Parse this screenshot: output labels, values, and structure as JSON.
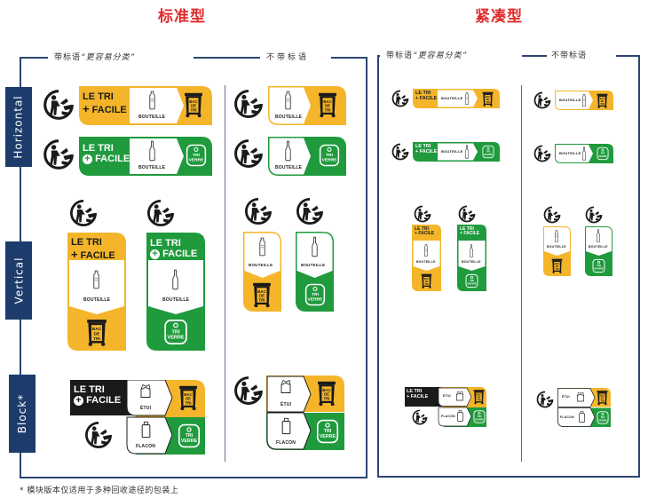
{
  "titles": {
    "standard": "标准型",
    "compact": "紧凑型"
  },
  "column_labels": {
    "with_slogan_prefix": "带标语",
    "slogan": "“更容易分类”",
    "without_slogan": "不带标语"
  },
  "row_tags": {
    "horizontal": "Horizontal",
    "vertical": "Vertical",
    "block": "Block*"
  },
  "brand": {
    "line1": "LE TRI",
    "line2": "FACILE",
    "plus": "+"
  },
  "items": {
    "bottle": "BOUTEILLE",
    "box": "ÉTUI",
    "flask": "FLACON"
  },
  "bins": {
    "yellow_bin": [
      "BAC",
      "DE",
      "TRI"
    ],
    "glass_bin": [
      "TRI",
      "VERRE"
    ]
  },
  "colors": {
    "yellow": "#f4b52a",
    "green": "#1f9a3d",
    "black": "#1a1a1a",
    "navy": "#1d3c6b",
    "title_red": "#e02a2a"
  },
  "footnote": "* 模块版本仅适用于多种回收途径的包装上"
}
